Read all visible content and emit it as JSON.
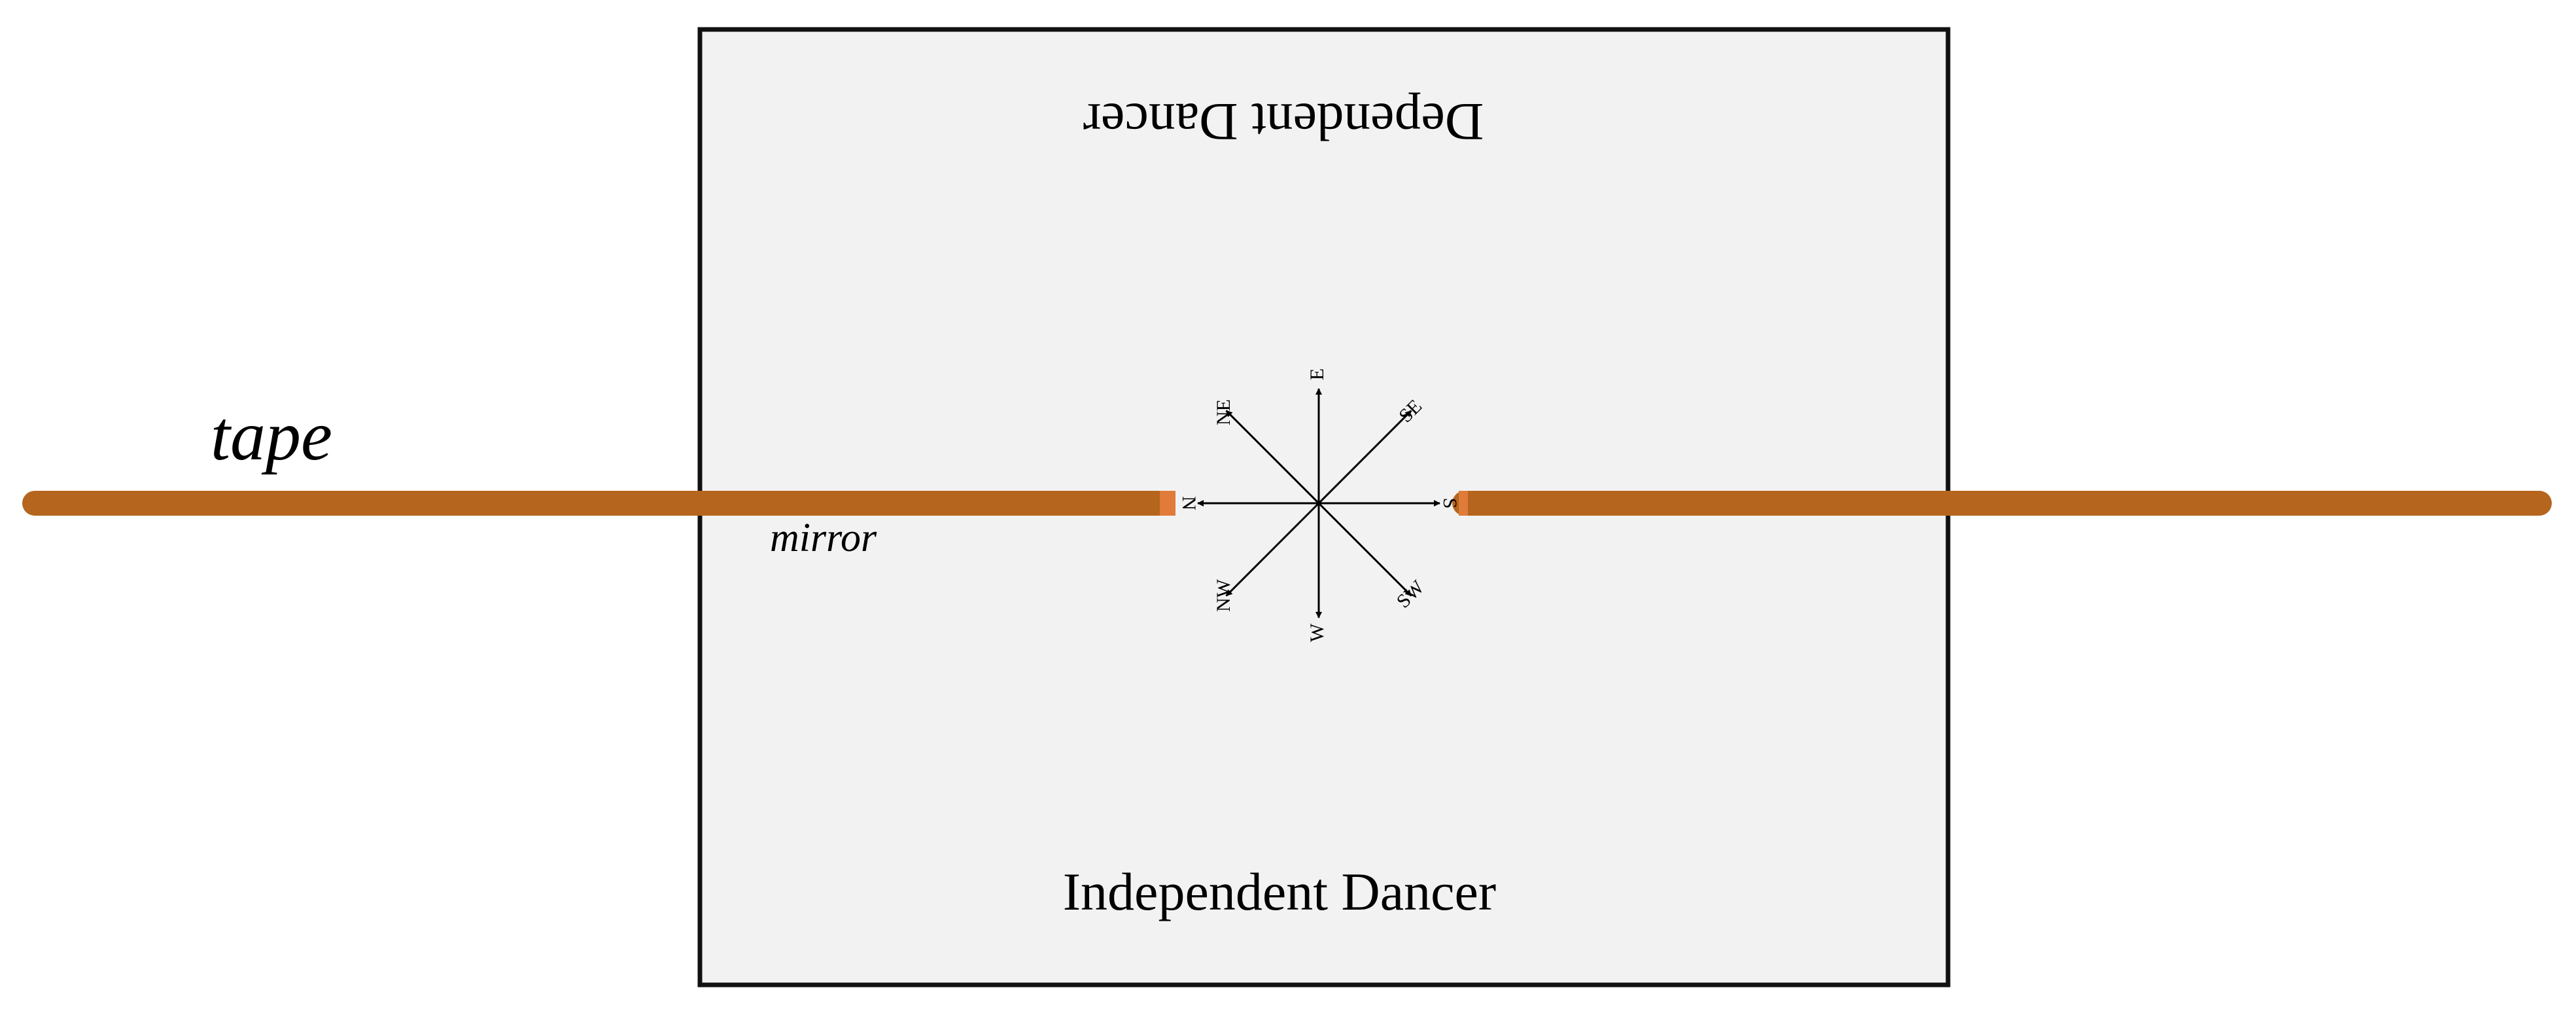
{
  "labels": {
    "tape": "tape",
    "mirror": "mirror",
    "dependent_dancer": "Dependent Dancer",
    "independent_dancer": "Independent Dancer"
  },
  "compass": {
    "directions": [
      {
        "key": "E",
        "label": "E"
      },
      {
        "key": "SE",
        "label": "SE"
      },
      {
        "key": "S",
        "label": "S"
      },
      {
        "key": "SW",
        "label": "SW"
      },
      {
        "key": "W",
        "label": "W"
      },
      {
        "key": "NW",
        "label": "NW"
      },
      {
        "key": "N",
        "label": "N"
      },
      {
        "key": "NE",
        "label": "NE"
      }
    ]
  },
  "colors": {
    "tape": "#b5651d",
    "tape_highlight": "#e07b39",
    "stage_fill": "#f2f2f2",
    "stage_border": "#111111",
    "ink": "#000000"
  }
}
